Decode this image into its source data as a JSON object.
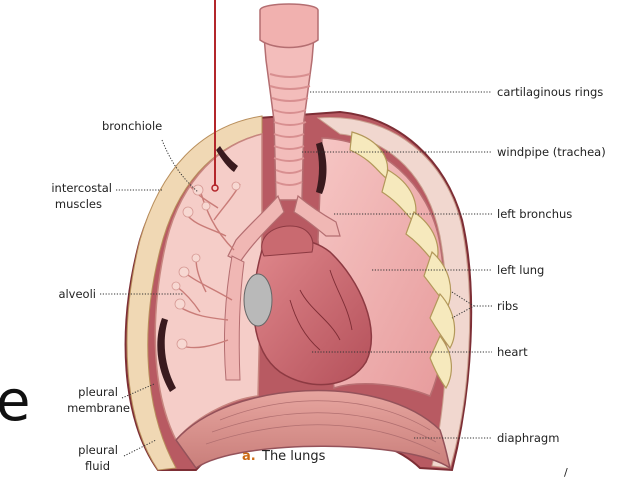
{
  "colors": {
    "lung": "#f2b9b8",
    "lung_dark": "#d98b8c",
    "tissue": "#f7d2cc",
    "heart": "#cf6e73",
    "heart_dark": "#a9444c",
    "rib": "#f4e6b4",
    "rib_edge": "#b89a55",
    "cavity": "#9e3f47",
    "pointer": "#b3262b",
    "caption_accent": "#cc6a14"
  },
  "labels": {
    "cartilaginous_rings": "cartilaginous rings",
    "windpipe": "windpipe (trachea)",
    "left_bronchus": "left bronchus",
    "left_lung": "left lung",
    "ribs": "ribs",
    "heart": "heart",
    "diaphragm": "diaphragm",
    "bronchiole": "bronchiole",
    "intercostal_line1": "intercostal",
    "intercostal_line2": "muscles",
    "alveoli": "alveoli",
    "pleural_membrane_line1": "pleural",
    "pleural_membrane_line2": "membrane",
    "pleural_fluid_line1": "pleural",
    "pleural_fluid_line2": "fluid"
  },
  "caption": {
    "letter": "a.",
    "text": "The lungs"
  },
  "clipped_letter": "e",
  "corner_mark": "/"
}
